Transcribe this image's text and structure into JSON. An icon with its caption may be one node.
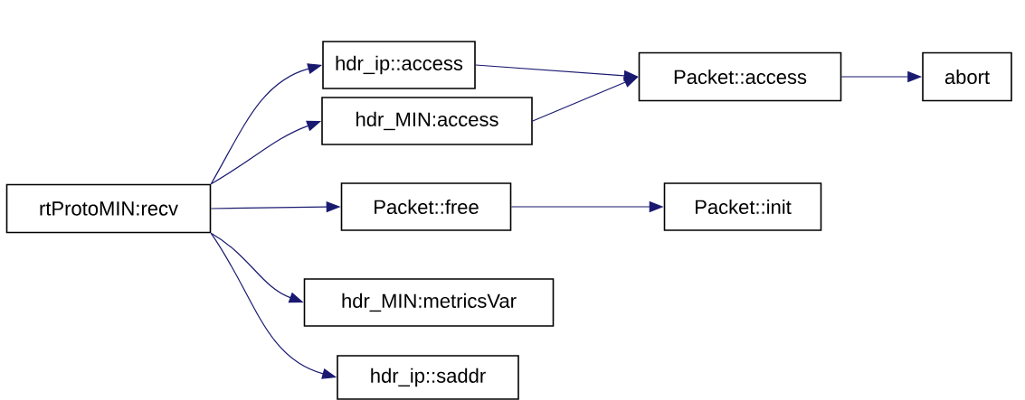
{
  "diagram": {
    "nodes": [
      {
        "text": [
          "rtProtoMIN:recv"
        ]
      },
      {
        "text": [
          "hdr_ip::access"
        ]
      },
      {
        "text": [
          "hdr_MIN:access"
        ]
      },
      {
        "text": [
          "Packet::free"
        ]
      },
      {
        "text": [
          "hdr_MIN:metricsVar"
        ]
      },
      {
        "text": [
          "hdr_ip::saddr"
        ]
      },
      {
        "text": [
          "Packet::access"
        ]
      },
      {
        "text": [
          "Packet::init"
        ]
      },
      {
        "text": [
          "abort"
        ]
      }
    ],
    "edges": [
      {
        "from": 0,
        "to": 1,
        "arrow": "to"
      },
      {
        "from": 0,
        "to": 2,
        "arrow": "to"
      },
      {
        "from": 0,
        "to": 3,
        "arrow": "to"
      },
      {
        "from": 0,
        "to": 4,
        "arrow": "to"
      },
      {
        "from": 0,
        "to": 5,
        "arrow": "to"
      },
      {
        "from": 1,
        "to": 6,
        "arrow": "to"
      },
      {
        "from": 2,
        "to": 6,
        "arrow": "to"
      },
      {
        "from": 6,
        "to": 8,
        "arrow": "to"
      },
      {
        "from": 3,
        "to": 7,
        "arrow": "to"
      }
    ]
  }
}
